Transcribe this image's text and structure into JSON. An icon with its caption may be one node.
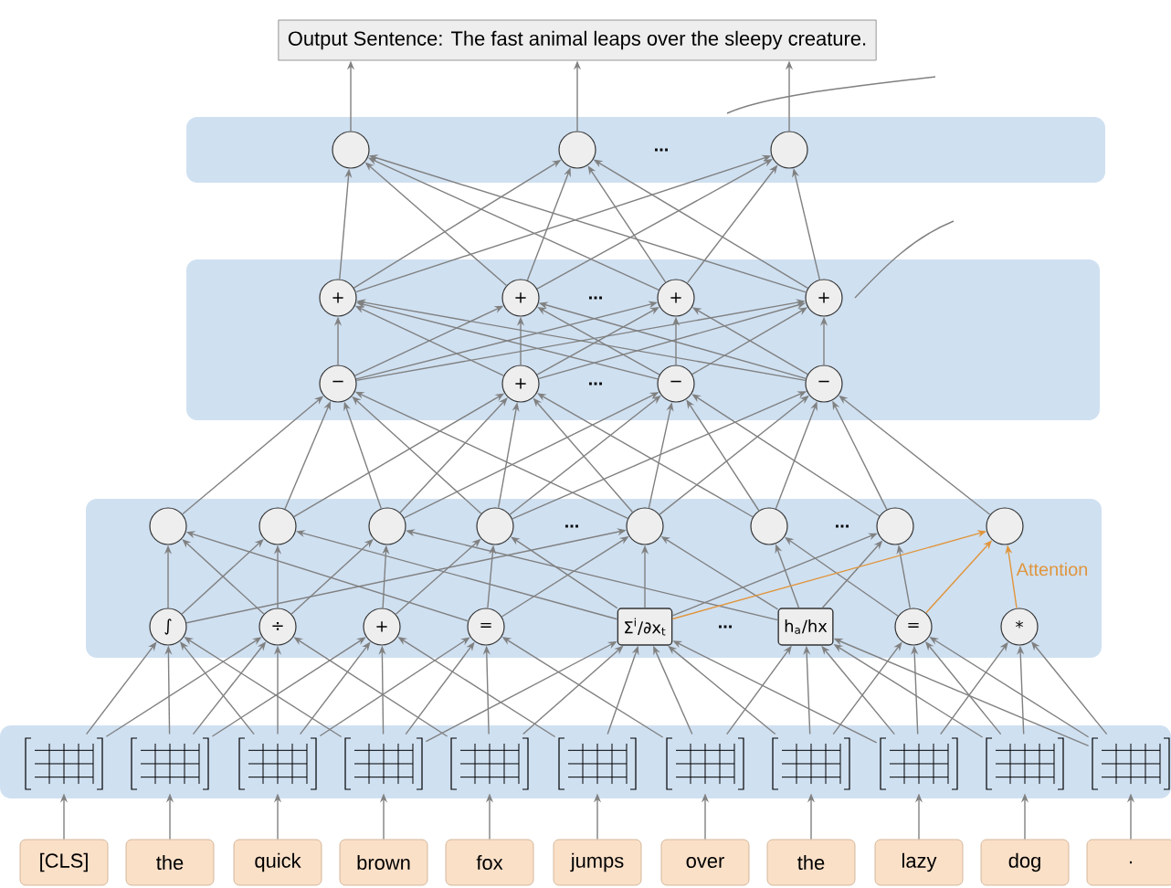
{
  "diagram": {
    "nodes": [
      {
        "text": [
          "Output Sentence: The fast animal leaps over the sleepy creature."
        ]
      },
      {
        "text": [],
        "shape": "circle"
      },
      {
        "text": [],
        "shape": "circle"
      },
      {
        "text": [],
        "shape": "circle"
      },
      {
        "text": [
          "+"
        ]
      },
      {
        "text": [
          "+"
        ]
      },
      {
        "text": [
          "+"
        ]
      },
      {
        "text": [
          "+"
        ]
      },
      {
        "text": [
          "−"
        ]
      },
      {
        "text": [
          "+"
        ]
      },
      {
        "text": [
          "−"
        ]
      },
      {
        "text": [
          "−"
        ]
      },
      {
        "text": [],
        "shape": "circle"
      },
      {
        "text": [],
        "shape": "circle"
      },
      {
        "text": [],
        "shape": "circle"
      },
      {
        "text": [],
        "shape": "circle"
      },
      {
        "text": [],
        "shape": "circle"
      },
      {
        "text": [],
        "shape": "circle"
      },
      {
        "text": [],
        "shape": "circle"
      },
      {
        "text": [],
        "shape": "circle"
      },
      {
        "text": [
          "∫"
        ]
      },
      {
        "text": [
          "÷"
        ]
      },
      {
        "text": [
          "+"
        ]
      },
      {
        "text": [
          "="
        ]
      },
      {
        "text": [
          "Σ$^{i}$/∂x$_{t}$"
        ]
      },
      {
        "text": [
          "h$_{a}$/hx"
        ]
      },
      {
        "text": [
          "="
        ]
      },
      {
        "text": [
          "*"
        ]
      },
      {
        "text": [],
        "shape": "box"
      },
      {
        "text": [],
        "shape": "box"
      },
      {
        "text": [],
        "shape": "box"
      },
      {
        "text": [],
        "shape": "box"
      },
      {
        "text": [],
        "shape": "box"
      },
      {
        "text": [],
        "shape": "box"
      },
      {
        "text": [],
        "shape": "box"
      },
      {
        "text": [],
        "shape": "box"
      },
      {
        "text": [],
        "shape": "box"
      },
      {
        "text": [],
        "shape": "box"
      },
      {
        "text": [],
        "shape": "box"
      },
      {
        "text": [
          "[CLS]"
        ]
      },
      {
        "text": [
          "the"
        ]
      },
      {
        "text": [
          "quick"
        ]
      },
      {
        "text": [
          "brown"
        ]
      },
      {
        "text": [
          "fox"
        ]
      },
      {
        "text": [
          "jumps"
        ]
      },
      {
        "text": [
          "over"
        ]
      },
      {
        "text": [
          "the"
        ]
      },
      {
        "text": [
          "lazy"
        ]
      },
      {
        "text": [
          "dog"
        ]
      },
      {
        "text": [
          "."
        ]
      }
    ],
    "edges": [
      {
        "from": 39,
        "to": 28,
        "arrow": "to"
      },
      {
        "from": 40,
        "to": 29,
        "arrow": "to"
      },
      {
        "from": 41,
        "to": 30,
        "arrow": "to"
      },
      {
        "from": 42,
        "to": 31,
        "arrow": "to"
      },
      {
        "from": 43,
        "to": 32,
        "arrow": "to"
      },
      {
        "from": 44,
        "to": 33,
        "arrow": "to"
      },
      {
        "from": 45,
        "to": 34,
        "arrow": "to"
      },
      {
        "from": 46,
        "to": 35,
        "arrow": "to"
      },
      {
        "from": 47,
        "to": 36,
        "arrow": "to"
      },
      {
        "from": 48,
        "to": 37,
        "arrow": "to"
      },
      {
        "from": 49,
        "to": 38,
        "arrow": "to"
      },
      {
        "from": 28,
        "to": 20,
        "arrow": "to"
      },
      {
        "from": 29,
        "to": 20,
        "arrow": "to"
      },
      {
        "from": 30,
        "to": 20,
        "arrow": "to"
      },
      {
        "from": 31,
        "to": 20,
        "arrow": "to"
      },
      {
        "from": 28,
        "to": 21,
        "arrow": "to"
      },
      {
        "from": 29,
        "to": 21,
        "arrow": "to"
      },
      {
        "from": 30,
        "to": 21,
        "arrow": "to"
      },
      {
        "from": 32,
        "to": 21,
        "arrow": "to"
      },
      {
        "from": 29,
        "to": 22,
        "arrow": "to"
      },
      {
        "from": 30,
        "to": 22,
        "arrow": "to"
      },
      {
        "from": 31,
        "to": 22,
        "arrow": "to"
      },
      {
        "from": 33,
        "to": 22,
        "arrow": "to"
      },
      {
        "from": 30,
        "to": 23,
        "arrow": "to"
      },
      {
        "from": 31,
        "to": 23,
        "arrow": "to"
      },
      {
        "from": 32,
        "to": 23,
        "arrow": "to"
      },
      {
        "from": 34,
        "to": 23,
        "arrow": "to"
      },
      {
        "from": 31,
        "to": 24,
        "arrow": "to"
      },
      {
        "from": 32,
        "to": 24,
        "arrow": "to"
      },
      {
        "from": 33,
        "to": 24,
        "arrow": "to"
      },
      {
        "from": 34,
        "to": 24,
        "arrow": "to"
      },
      {
        "from": 35,
        "to": 24,
        "arrow": "to"
      },
      {
        "from": 36,
        "to": 24,
        "arrow": "to"
      },
      {
        "from": 34,
        "to": 25,
        "arrow": "to"
      },
      {
        "from": 35,
        "to": 25,
        "arrow": "to"
      },
      {
        "from": 36,
        "to": 25,
        "arrow": "to"
      },
      {
        "from": 37,
        "to": 25,
        "arrow": "to"
      },
      {
        "from": 38,
        "to": 25,
        "arrow": "to"
      },
      {
        "from": 35,
        "to": 26,
        "arrow": "to"
      },
      {
        "from": 36,
        "to": 26,
        "arrow": "to"
      },
      {
        "from": 37,
        "to": 26,
        "arrow": "to"
      },
      {
        "from": 38,
        "to": 26,
        "arrow": "to"
      },
      {
        "from": 36,
        "to": 27,
        "arrow": "to"
      },
      {
        "from": 37,
        "to": 27,
        "arrow": "to"
      },
      {
        "from": 38,
        "to": 27,
        "arrow": "to"
      },
      {
        "from": 20,
        "to": 12,
        "arrow": "to"
      },
      {
        "from": 21,
        "to": 12,
        "arrow": "to"
      },
      {
        "from": 23,
        "to": 12,
        "arrow": "to"
      },
      {
        "from": 20,
        "to": 13,
        "arrow": "to"
      },
      {
        "from": 21,
        "to": 13,
        "arrow": "to"
      },
      {
        "from": 24,
        "to": 13,
        "arrow": "to"
      },
      {
        "from": 21,
        "to": 14,
        "arrow": "to"
      },
      {
        "from": 22,
        "to": 14,
        "arrow": "to"
      },
      {
        "from": 25,
        "to": 14,
        "arrow": "to"
      },
      {
        "from": 22,
        "to": 15,
        "arrow": "to"
      },
      {
        "from": 23,
        "to": 15,
        "arrow": "to"
      },
      {
        "from": 24,
        "to": 15,
        "arrow": "to"
      },
      {
        "from": 20,
        "to": 16,
        "arrow": "to"
      },
      {
        "from": 23,
        "to": 16,
        "arrow": "to"
      },
      {
        "from": 24,
        "to": 16,
        "arrow": "to"
      },
      {
        "from": 25,
        "to": 16,
        "arrow": "to"
      },
      {
        "from": 25,
        "to": 17,
        "arrow": "to"
      },
      {
        "from": 26,
        "to": 17,
        "arrow": "to"
      },
      {
        "from": 24,
        "to": 18,
        "arrow": "to"
      },
      {
        "from": 25,
        "to": 18,
        "arrow": "to"
      },
      {
        "from": 26,
        "to": 18,
        "arrow": "to"
      },
      {
        "from": 24,
        "to": 19,
        "arrow": "to",
        "color": "#e0953c"
      },
      {
        "from": 26,
        "to": 19,
        "arrow": "to",
        "color": "#e0953c"
      },
      {
        "from": 27,
        "to": 19,
        "arrow": "to",
        "color": "#e0953c",
        "label": "Attention"
      },
      {
        "from": 12,
        "to": 8,
        "arrow": "to"
      },
      {
        "from": 13,
        "to": 8,
        "arrow": "to"
      },
      {
        "from": 14,
        "to": 8,
        "arrow": "to"
      },
      {
        "from": 15,
        "to": 8,
        "arrow": "to"
      },
      {
        "from": 16,
        "to": 8,
        "arrow": "to"
      },
      {
        "from": 13,
        "to": 9,
        "arrow": "to"
      },
      {
        "from": 14,
        "to": 9,
        "arrow": "to"
      },
      {
        "from": 15,
        "to": 9,
        "arrow": "to"
      },
      {
        "from": 16,
        "to": 9,
        "arrow": "to"
      },
      {
        "from": 17,
        "to": 9,
        "arrow": "to"
      },
      {
        "from": 14,
        "to": 10,
        "arrow": "to"
      },
      {
        "from": 15,
        "to": 10,
        "arrow": "to"
      },
      {
        "from": 16,
        "to": 10,
        "arrow": "to"
      },
      {
        "from": 17,
        "to": 10,
        "arrow": "to"
      },
      {
        "from": 18,
        "to": 10,
        "arrow": "to"
      },
      {
        "from": 15,
        "to": 11,
        "arrow": "to"
      },
      {
        "from": 16,
        "to": 11,
        "arrow": "to"
      },
      {
        "from": 17,
        "to": 11,
        "arrow": "to"
      },
      {
        "from": 18,
        "to": 11,
        "arrow": "to"
      },
      {
        "from": 19,
        "to": 11,
        "arrow": "to"
      },
      {
        "from": 8,
        "to": 4,
        "arrow": "to"
      },
      {
        "from": 9,
        "to": 4,
        "arrow": "to"
      },
      {
        "from": 10,
        "to": 4,
        "arrow": "to"
      },
      {
        "from": 11,
        "to": 4,
        "arrow": "to"
      },
      {
        "from": 8,
        "to": 5,
        "arrow": "to"
      },
      {
        "from": 9,
        "to": 5,
        "arrow": "to"
      },
      {
        "from": 10,
        "to": 5,
        "arrow": "to"
      },
      {
        "from": 11,
        "to": 5,
        "arrow": "to"
      },
      {
        "from": 8,
        "to": 6,
        "arrow": "to"
      },
      {
        "from": 9,
        "to": 6,
        "arrow": "to"
      },
      {
        "from": 10,
        "to": 6,
        "arrow": "to"
      },
      {
        "from": 11,
        "to": 6,
        "arrow": "to"
      },
      {
        "from": 8,
        "to": 7,
        "arrow": "to"
      },
      {
        "from": 9,
        "to": 7,
        "arrow": "to"
      },
      {
        "from": 10,
        "to": 7,
        "arrow": "to"
      },
      {
        "from": 11,
        "to": 7,
        "arrow": "to"
      },
      {
        "from": 4,
        "to": 1,
        "arrow": "to"
      },
      {
        "from": 5,
        "to": 1,
        "arrow": "to"
      },
      {
        "from": 6,
        "to": 1,
        "arrow": "to"
      },
      {
        "from": 7,
        "to": 1,
        "arrow": "to"
      },
      {
        "from": 4,
        "to": 2,
        "arrow": "to"
      },
      {
        "from": 5,
        "to": 2,
        "arrow": "to"
      },
      {
        "from": 6,
        "to": 2,
        "arrow": "to"
      },
      {
        "from": 7,
        "to": 2,
        "arrow": "to"
      },
      {
        "from": 4,
        "to": 3,
        "arrow": "to"
      },
      {
        "from": 5,
        "to": 3,
        "arrow": "to"
      },
      {
        "from": 6,
        "to": 3,
        "arrow": "to"
      },
      {
        "from": 7,
        "to": 3,
        "arrow": "to"
      },
      {
        "from": 1,
        "to": 0,
        "arrow": "to"
      },
      {
        "from": 2,
        "to": 0,
        "arrow": "to"
      },
      {
        "from": 3,
        "to": 0,
        "arrow": "to"
      }
    ],
    "labels": [
      "...",
      "...",
      "...",
      "...",
      "...",
      "..."
    ]
  }
}
